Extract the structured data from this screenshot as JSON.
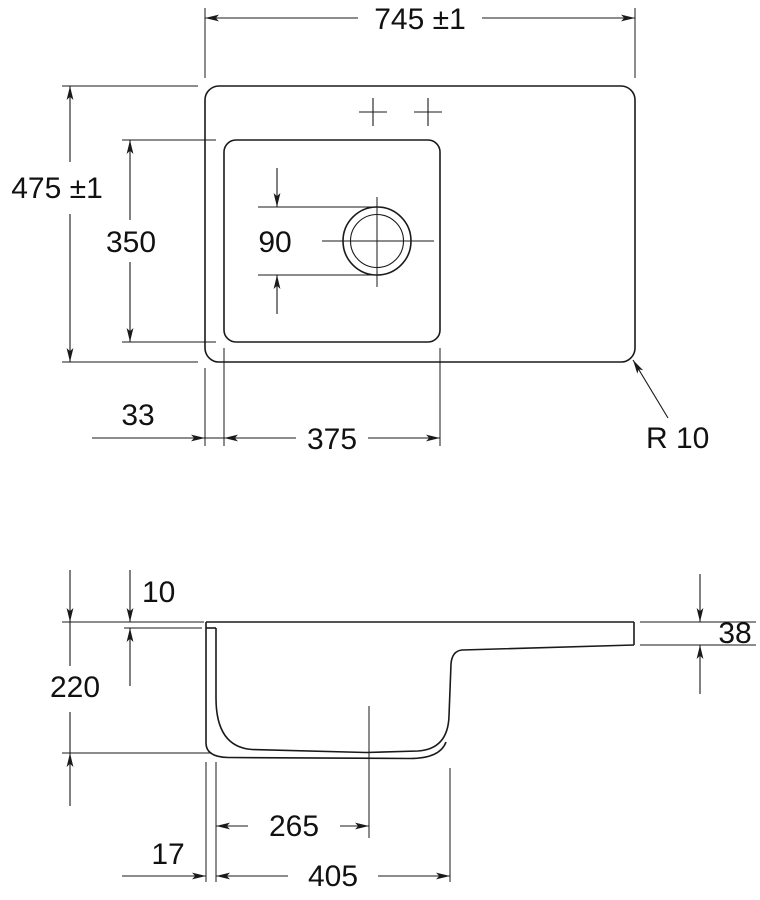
{
  "drawing": {
    "kind": "technical-dimension-drawing",
    "subject": "kitchen sink with bowl and drainboard, plan view and cross-section",
    "line_color": "#1a1a1a",
    "background_color": "#ffffff"
  },
  "top_view": {
    "overall_width": "745 ±1",
    "overall_depth": "475 ±1",
    "bowl_inner_depth": "350",
    "bowl_inner_width": "375",
    "drain_diameter": "90",
    "edge_to_bowl_offset": "33",
    "corner_radius": "R 10"
  },
  "section_view": {
    "rim_thickness": "10",
    "bowl_depth": "220",
    "right_edge_height": "38",
    "drain_center_offset": "265",
    "edge_wall_offset": "17",
    "bowl_top_width": "405"
  }
}
